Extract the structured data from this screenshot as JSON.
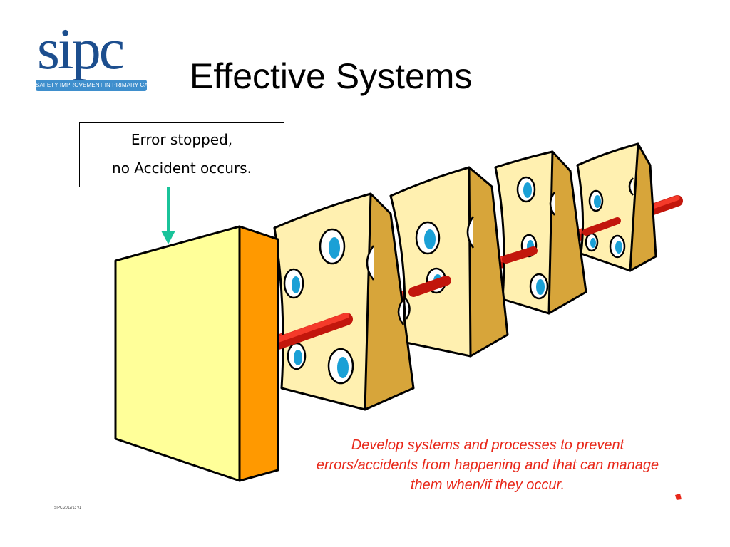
{
  "logo": {
    "wordmark": "sipc",
    "tagline": "SAFETY IMPROVEMENT IN PRIMARY CARE"
  },
  "slide": {
    "title": "Effective Systems",
    "callout_line1": "Error stopped,",
    "callout_line2": "no Accident occurs.",
    "caption": "Develop systems and processes to prevent errors/accidents from happening and that can manage them when/if they occur.",
    "footer": "SIPC 2012/13 v1"
  },
  "colors": {
    "logo_blue": "#1c4e8e",
    "logo_bar": "#3f8fcd",
    "arrow": "#19c39a",
    "barrier_face": "#ffff99",
    "barrier_side": "#ff9900",
    "cheese_face": "#fff0b0",
    "cheese_side": "#d7a53a",
    "holes": "#1aa0d6",
    "error_rod": "#e8281a",
    "caption": "#e8281a"
  }
}
